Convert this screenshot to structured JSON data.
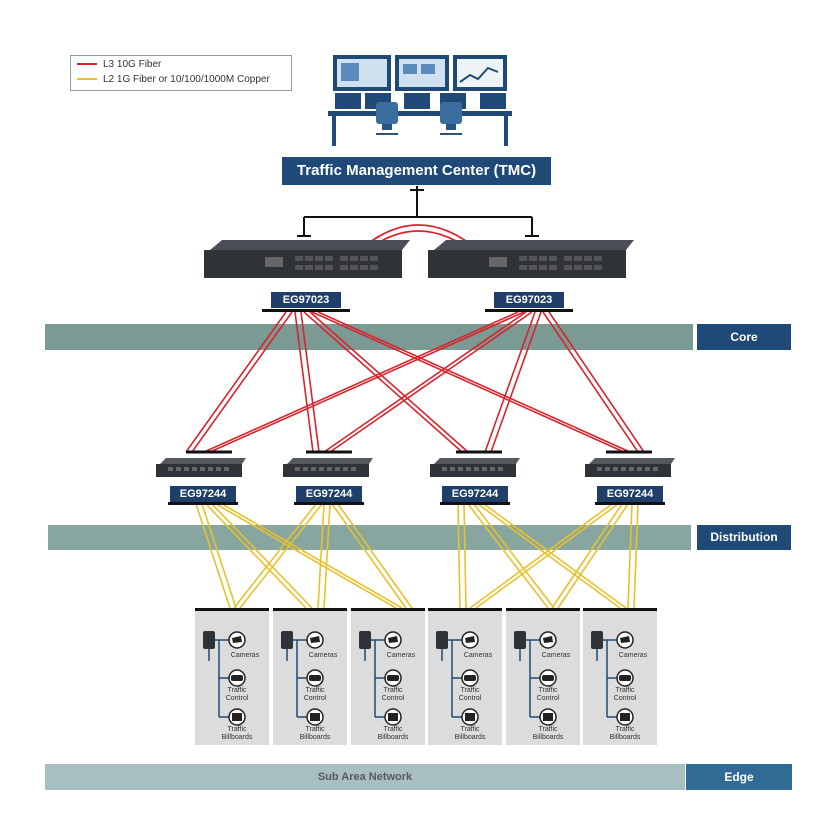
{
  "legend": {
    "items": [
      {
        "label": "L3 10G Fiber",
        "color": "#d8242c"
      },
      {
        "label": "L2 1G Fiber or 10/100/1000M Copper",
        "color": "#e8c12b"
      }
    ]
  },
  "tmc": {
    "label": "Traffic Management Center (TMC)"
  },
  "core_switches": [
    {
      "label": "EG97023"
    },
    {
      "label": "EG97023"
    }
  ],
  "distribution_switches": [
    {
      "label": "EG97244"
    },
    {
      "label": "EG97244"
    },
    {
      "label": "EG97244"
    },
    {
      "label": "EG97244"
    }
  ],
  "layers": {
    "core": "Core",
    "distribution": "Distribution",
    "edge": "Edge",
    "sub_area": "Sub Area Network"
  },
  "edge_devices": {
    "cameras": "Cameras",
    "traffic_control": "Traffic Control",
    "traffic_billboards": "Traffic Billboards"
  },
  "colors": {
    "navy": "#1f4a78",
    "band_core": "#7b9a94",
    "band_dist": "#86a69f",
    "band_edge": "#a7bfc1",
    "fiber_red": "#d8242c",
    "copper_yellow": "#e8c12b",
    "panel": "#dcdcdc"
  }
}
